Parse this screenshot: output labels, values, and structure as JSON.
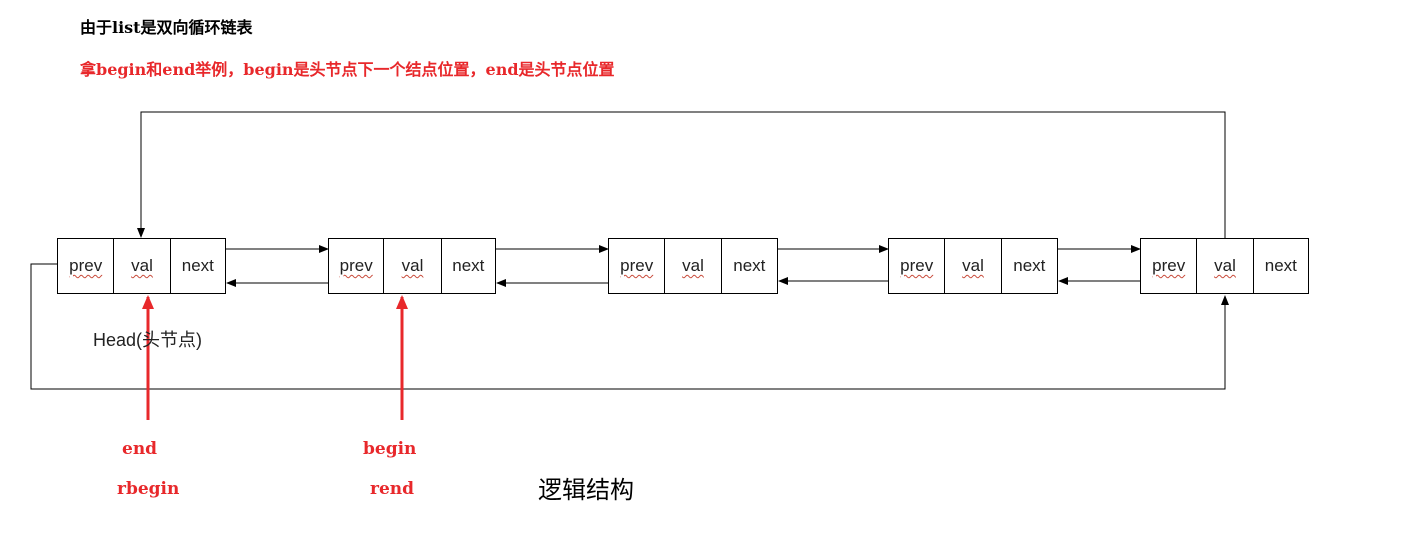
{
  "notes": {
    "line1": "由于list是双向循环链表",
    "line2": "拿begin和end举例，begin是头节点下一个结点位置，end是头节点位置"
  },
  "fields": {
    "prev": "prev",
    "val": "val",
    "next": "next"
  },
  "node_count": 5,
  "head_label": "Head(头节点)",
  "pointers": {
    "end": "end",
    "rbegin": "rbegin",
    "begin": "begin",
    "rend": "rend"
  },
  "caption": "逻辑结构",
  "colors": {
    "accent_red": "#e8282b",
    "line": "#000000",
    "squiggle": "#c84a3a"
  }
}
